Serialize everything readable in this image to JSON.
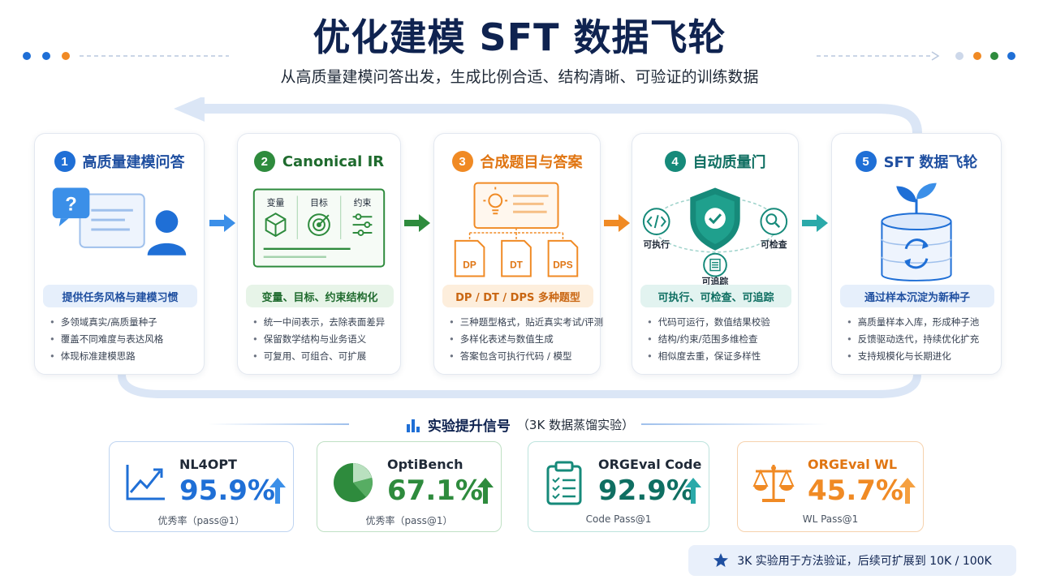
{
  "header": {
    "title": "优化建模 SFT 数据飞轮",
    "subtitle": "从高质量建模问答出发，生成比例合适、结构清晰、可验证的训练数据"
  },
  "colors": {
    "navy": "#0f2350",
    "blue": "#1f6fd6",
    "green": "#2e8b3d",
    "orange": "#f08a24",
    "teal": "#168a7a",
    "cyan": "#2aa9a9"
  },
  "stages": [
    {
      "number": "1",
      "title": "高质量建模问答",
      "pill": "提供任务风格与建模习惯",
      "bullets": [
        "多领域真实/高质量种子",
        "覆盖不同难度与表达风格",
        "体现标准建模思路"
      ],
      "icons": [
        "question-chat-icon",
        "user-icon"
      ]
    },
    {
      "number": "2",
      "title": "Canonical IR",
      "pill": "变量、目标、约束结构化",
      "panel_labels": [
        "变量",
        "目标",
        "约束"
      ],
      "bullets": [
        "统一中间表示，去除表面差异",
        "保留数学结构与业务语义",
        "可复用、可组合、可扩展"
      ],
      "icons": [
        "cube-icon",
        "target-icon",
        "sliders-icon"
      ]
    },
    {
      "number": "3",
      "title": "合成题目与答案",
      "pill": "DP / DT / DPS 多种题型",
      "doc_labels": [
        "DP",
        "DT",
        "DPS"
      ],
      "bullets": [
        "三种题型格式，贴近真实考试/评测",
        "多样化表述与数值生成",
        "答案包含可执行代码 / 模型"
      ],
      "icons": [
        "lightbulb-icon",
        "document-icon"
      ]
    },
    {
      "number": "4",
      "title": "自动质量门",
      "pill": "可执行、可检查、可追踪",
      "ring_labels": [
        "可执行",
        "可检查",
        "可追踪"
      ],
      "bullets": [
        "代码可运行，数值结果校验",
        "结构/约束/范围多维检查",
        "相似度去重，保证多样性"
      ],
      "icons": [
        "shield-check-icon",
        "code-icon",
        "magnifier-icon",
        "list-icon"
      ]
    },
    {
      "number": "5",
      "title": "SFT 数据飞轮",
      "pill": "通过样本沉淀为新种子",
      "bullets": [
        "高质量样本入库，形成种子池",
        "反馈驱动迭代，持续优化扩充",
        "支持规模化与长期进化"
      ],
      "icons": [
        "sprout-icon",
        "database-cycle-icon"
      ]
    }
  ],
  "section": {
    "title": "实验提升信号",
    "subtitle": "（3K 数据蒸馏实验）",
    "icon": "bar-chart-icon"
  },
  "metrics": [
    {
      "name": "NL4OPT",
      "value": "95.9%",
      "label": "优秀率（pass@1）",
      "icon": "line-chart-icon",
      "color": "#1f6fd6"
    },
    {
      "name": "OptiBench",
      "value": "67.1%",
      "label": "优秀率（pass@1）",
      "icon": "pie-chart-icon",
      "color": "#2e8b3d"
    },
    {
      "name": "ORGEval Code",
      "value": "92.9%",
      "label": "Code Pass@1",
      "icon": "clipboard-icon",
      "color": "#168a7a"
    },
    {
      "name": "ORGEval WL",
      "value": "45.7%",
      "label": "WL Pass@1",
      "icon": "scale-icon",
      "color": "#f08a24"
    }
  ],
  "note": {
    "text": "3K 实验用于方法验证，后续可扩展到 10K / 100K",
    "icon": "star-icon"
  }
}
